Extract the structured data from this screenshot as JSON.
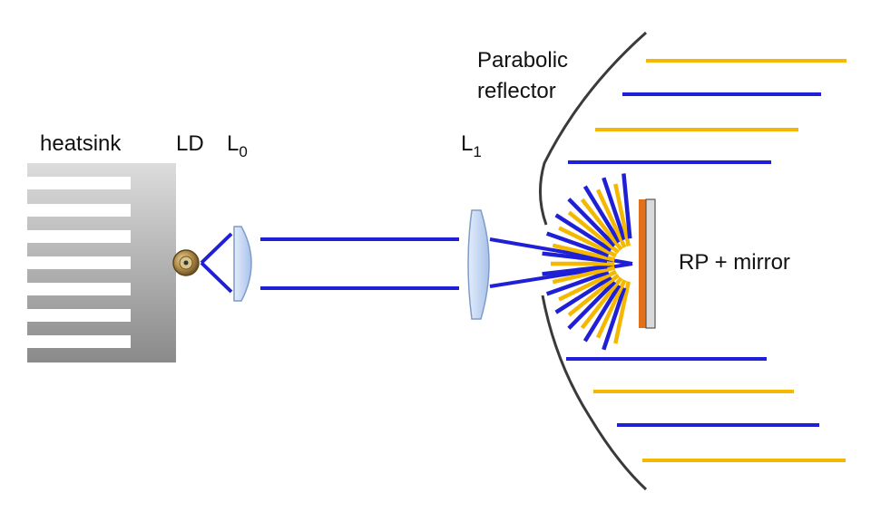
{
  "labels": {
    "heatsink": "heatsink",
    "ld": "LD",
    "l0_main": "L",
    "l0_sub": "0",
    "l1_main": "L",
    "l1_sub": "1",
    "reflector_line1": "Parabolic",
    "reflector_line2": "reflector",
    "rp_mirror": "RP + mirror"
  },
  "colors": {
    "blue_beam": "#1f1fd6",
    "yellow_beam": "#f5b800",
    "reflector": "#3a3a3a",
    "lens_fill": "#c9daf5",
    "lens_stroke": "#7f9cc9",
    "phosphor": "#e0701c",
    "mirror": "#d9d9d9"
  },
  "icons": {
    "laser_diode": "laser-diode-icon"
  }
}
